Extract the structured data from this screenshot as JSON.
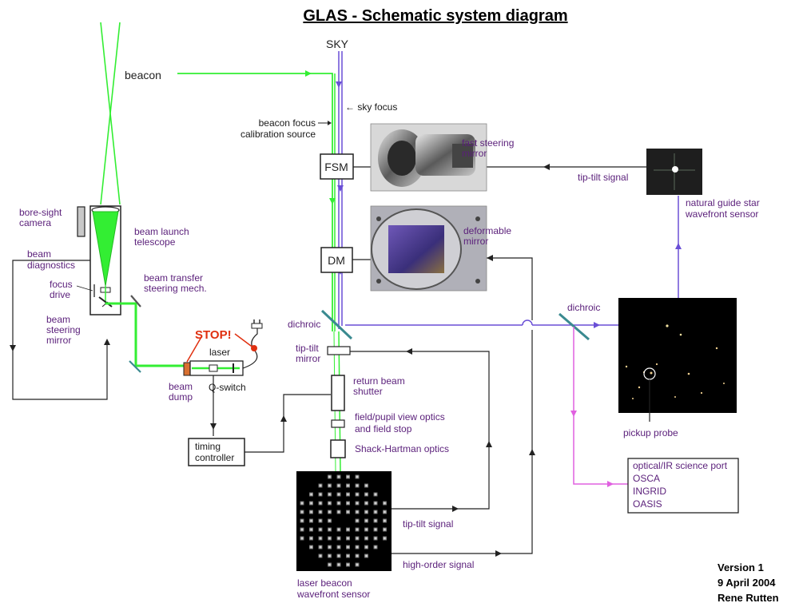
{
  "title": "GLAS - Schematic system diagram",
  "colors": {
    "laser_green": "#33ee33",
    "sky_purple": "#6a4fd6",
    "science_magenta": "#e060e0",
    "signal_black": "#222222",
    "stop_red": "#e03010"
  },
  "labels": {
    "sky": "SKY",
    "beacon": "beacon",
    "sky_focus": "← sky focus",
    "beacon_focus_1": "beacon focus",
    "beacon_focus_2": "calibration source",
    "fsm": "FSM",
    "dm": "DM",
    "fast_steering_1": "fast steering",
    "fast_steering_2": "mirror",
    "deformable_1": "deformable",
    "deformable_2": "mirror",
    "tip_tilt_signal_top": "tip-tilt signal",
    "ngs_1": "natural guide star",
    "ngs_2": "wavefront sensor",
    "bore_sight_1": "bore-sight",
    "bore_sight_2": "camera",
    "beam_launch_1": "beam launch",
    "beam_launch_2": "telescope",
    "beam_diag_1": "beam",
    "beam_diag_2": "diagnostics",
    "focus_drive_1": "focus",
    "focus_drive_2": "drive",
    "beam_transfer_1": "beam transfer",
    "beam_transfer_2": "steering mech.",
    "beam_steer_1": "beam",
    "beam_steer_2": "steering",
    "beam_steer_3": "mirror",
    "dichroic_left": "dichroic",
    "dichroic_right": "dichroic",
    "stop": "STOP!",
    "laser": "laser",
    "tip_tilt_mirror_1": "tip-tilt",
    "tip_tilt_mirror_2": "mirror",
    "beam_dump_1": "beam",
    "beam_dump_2": "dump",
    "q_switch": "Q-switch",
    "return_shutter_1": "return beam",
    "return_shutter_2": "shutter",
    "field_pupil_1": "field/pupil view optics",
    "field_pupil_2": "and field stop",
    "shack_hartman": "Shack-Hartman optics",
    "timing_1": "timing",
    "timing_2": "controller",
    "pickup_probe": "pickup probe",
    "tip_tilt_signal_bottom": "tip-tilt signal",
    "high_order_signal": "high-order signal",
    "laser_wfs_1": "laser beacon",
    "laser_wfs_2": "wavefront sensor"
  },
  "science_port": [
    "optical/IR science port",
    "OSCA",
    "INGRID",
    "OASIS"
  ],
  "version": [
    "Version 1",
    "9 April 2004",
    "Rene Rutten"
  ]
}
